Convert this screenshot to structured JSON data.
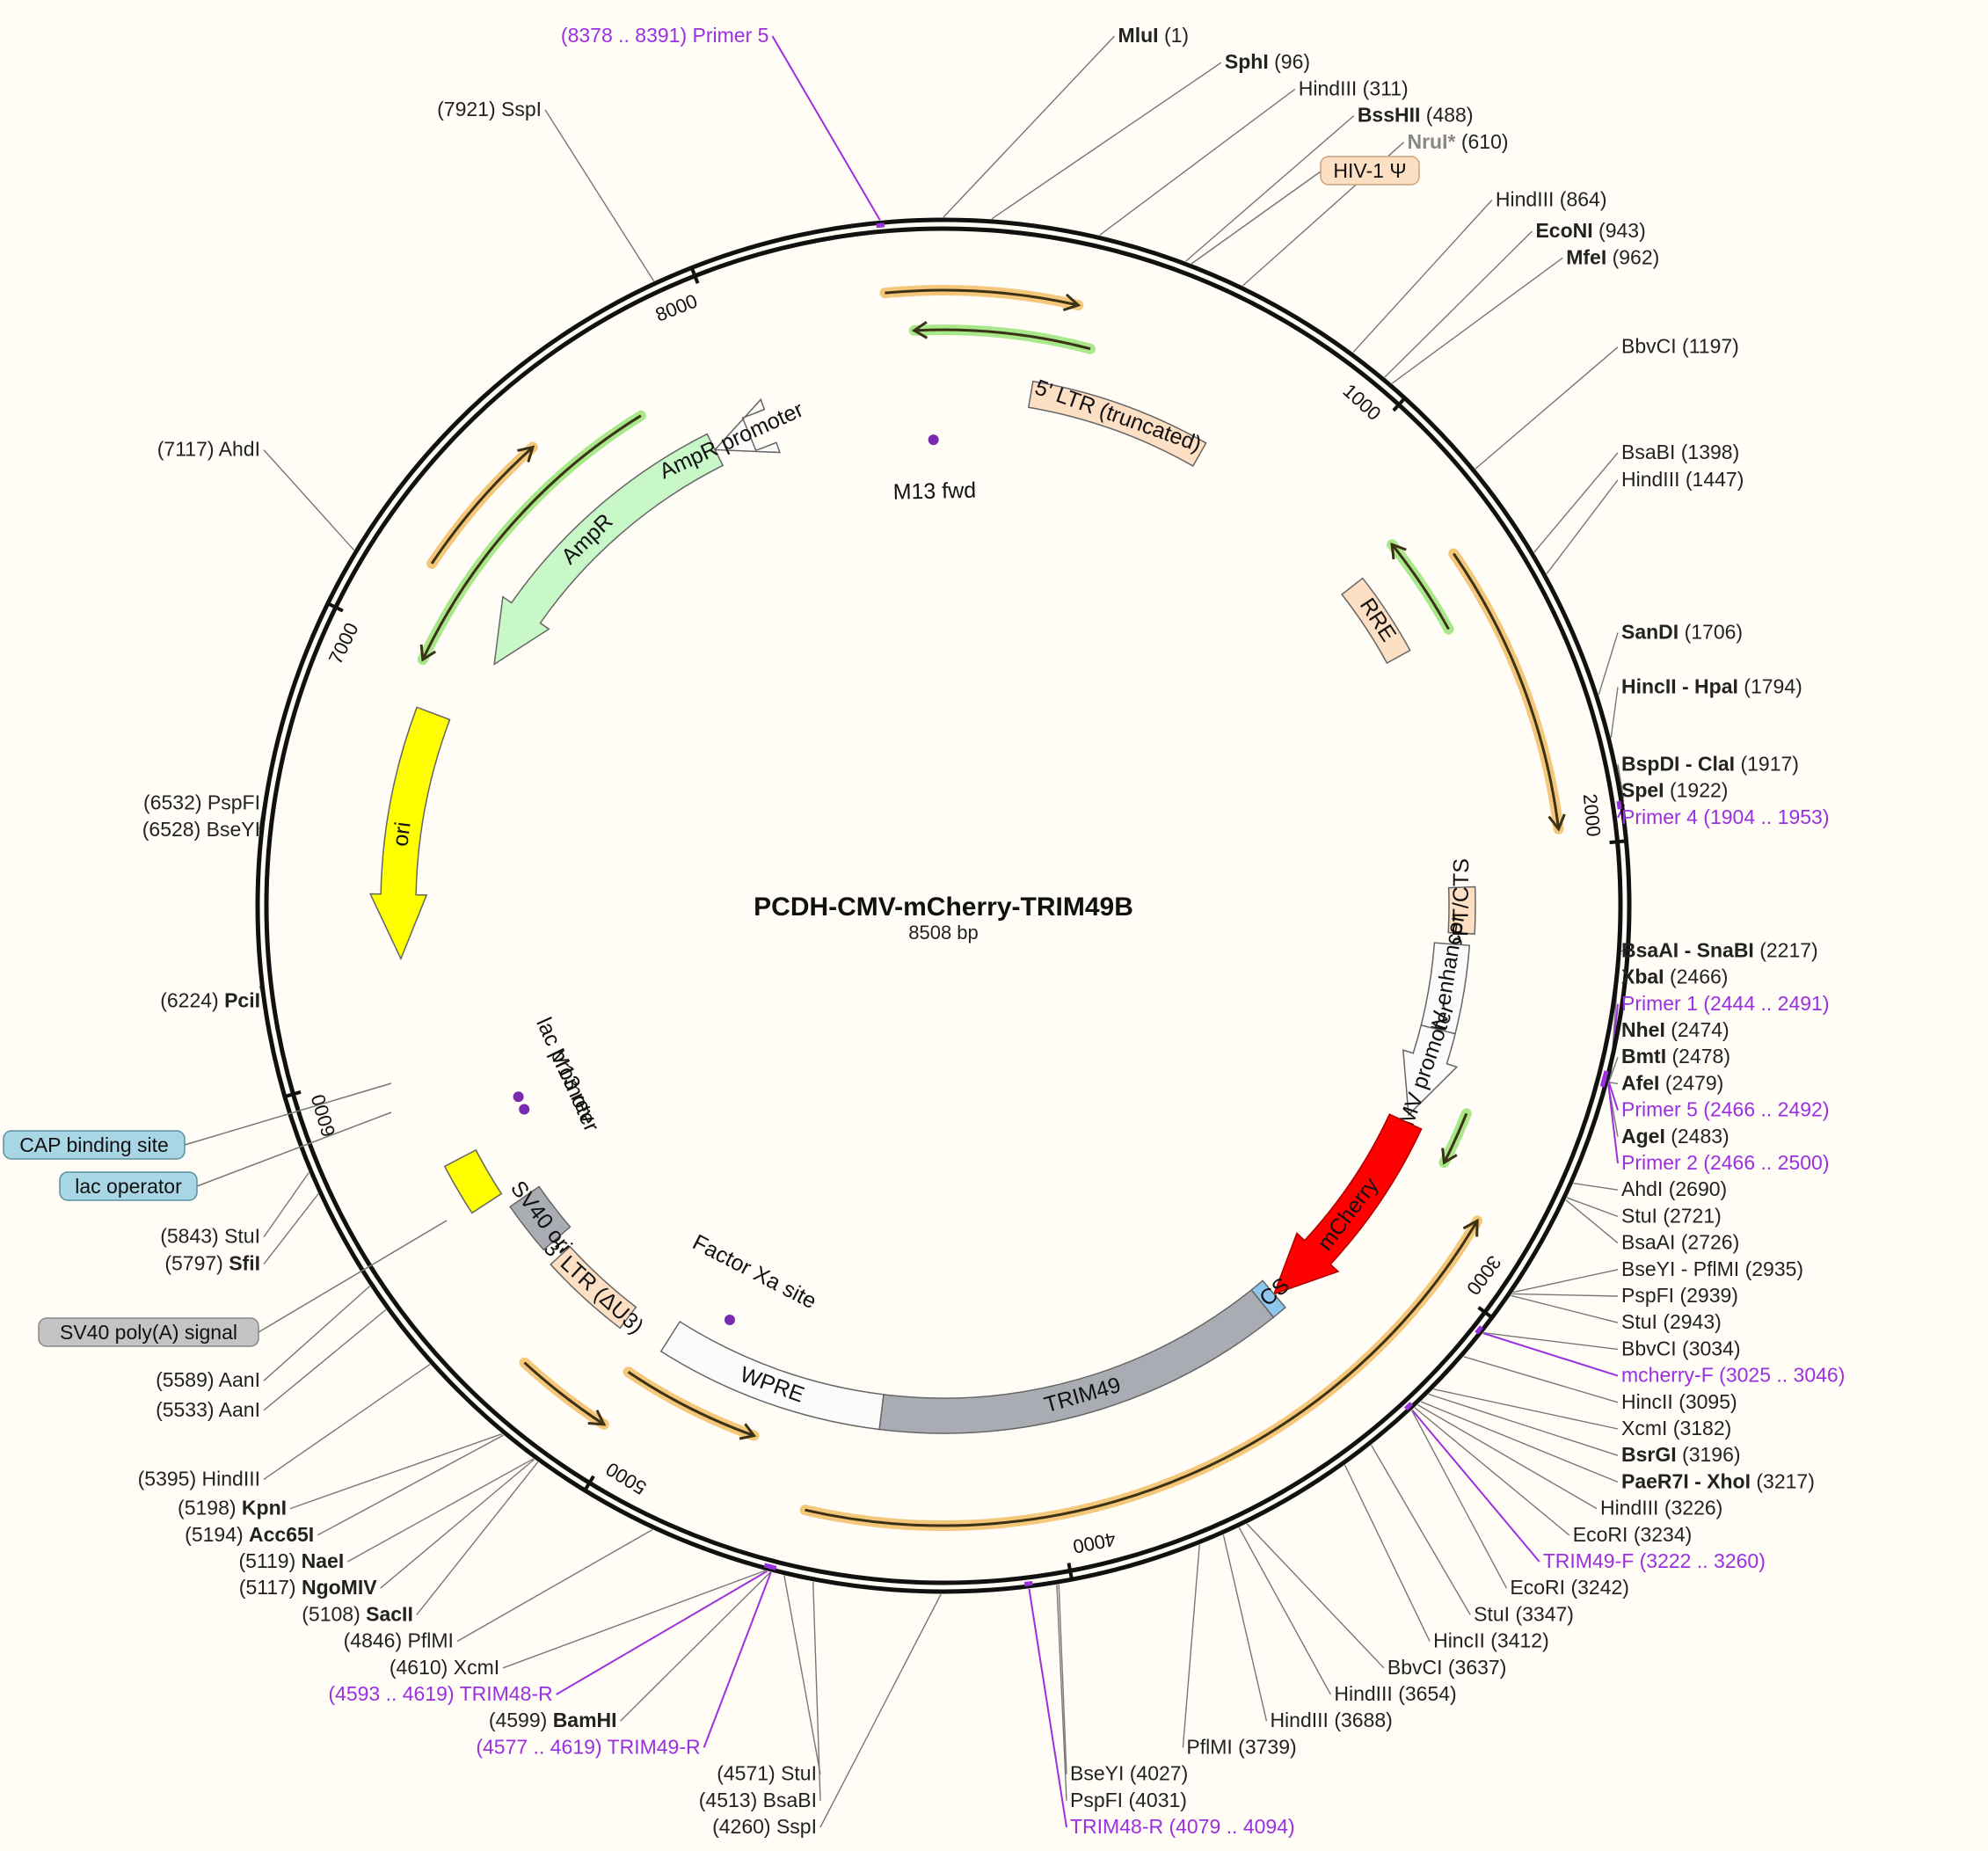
{
  "plasmid": {
    "name": "PCDH-CMV-mCherry-TRIM49B",
    "size_label": "8508 bp",
    "length": 8508
  },
  "colors": {
    "ring": "#111111",
    "primer": "#9b30e0",
    "orf_orange": "#f5c77a",
    "orf_green": "#a8e78a",
    "ampr": "#c8f7c8",
    "ori": "#ffff00",
    "mcherry": "#ff0000",
    "trim49": "#a9adb3",
    "ltr": "#fde0c4",
    "wpre": "#ffffff",
    "mcs": "#8ec7ee",
    "cap_box": "#a9d6e5",
    "polyA_box": "#c4c4c4"
  },
  "ticks": [
    {
      "pos": 1000,
      "label": "1000"
    },
    {
      "pos": 2000,
      "label": "2000"
    },
    {
      "pos": 3000,
      "label": "3000"
    },
    {
      "pos": 4000,
      "label": "4000"
    },
    {
      "pos": 5000,
      "label": "5000"
    },
    {
      "pos": 6000,
      "label": "6000"
    },
    {
      "pos": 7000,
      "label": "7000"
    },
    {
      "pos": 8000,
      "label": "8000"
    }
  ],
  "features": [
    {
      "id": "hiv-psi",
      "pos": 700,
      "label": "HIV-1 Ψ",
      "kind": "callout"
    },
    {
      "id": "ltr5",
      "start": 230,
      "end": 700,
      "label": "5' LTR (truncated)",
      "kind": "ltr"
    },
    {
      "id": "rre",
      "start": 1230,
      "end": 1450,
      "label": "RRE",
      "kind": "ltr"
    },
    {
      "id": "cppt",
      "start": 2080,
      "end": 2200,
      "label": "cPPT/CTS",
      "kind": "ltr"
    },
    {
      "id": "cmv-enh",
      "start": 2230,
      "end": 2460,
      "label": "CMV enhancer",
      "kind": "white"
    },
    {
      "id": "cmv-prom",
      "start": 2460,
      "end": 2700,
      "label": "CMV promoter",
      "kind": "white"
    },
    {
      "id": "mcherry",
      "start": 2720,
      "end": 3300,
      "label": "mCherry",
      "kind": "red"
    },
    {
      "id": "mcs",
      "start": 3300,
      "end": 3340,
      "label": "MCS",
      "kind": "mcs"
    },
    {
      "id": "trim49",
      "start": 3340,
      "end": 4420,
      "label": "TRIM49",
      "kind": "gray"
    },
    {
      "id": "wpre",
      "start": 4420,
      "end": 5020,
      "label": "WPRE",
      "kind": "white"
    },
    {
      "id": "factor-xa",
      "pos": 4900,
      "label": "Factor Xa site",
      "kind": "tiny"
    },
    {
      "id": "ltr3",
      "start": 5140,
      "end": 5380,
      "label": "3' LTR (ΔU3)",
      "kind": "ltr"
    },
    {
      "id": "sv40-ori",
      "start": 5420,
      "end": 5560,
      "label": "SV40 ori",
      "kind": "gray"
    },
    {
      "id": "sv40-ori-y",
      "start": 5600,
      "end": 5730,
      "label": "",
      "kind": "yellow"
    },
    {
      "id": "m13-rev",
      "pos": 5770,
      "label": "M13 rev",
      "kind": "tiny"
    },
    {
      "id": "lac-prom",
      "pos": 5810,
      "label": "lac promoter",
      "kind": "tiny"
    },
    {
      "id": "ori",
      "start": 6250,
      "end": 6870,
      "label": "ori",
      "kind": "yellow"
    },
    {
      "id": "ampr",
      "start": 7050,
      "end": 7880,
      "label": "AmpR",
      "kind": "ampr"
    },
    {
      "id": "ampr-prom",
      "start": 7880,
      "end": 7980,
      "label": "AmpR promoter",
      "kind": "white"
    },
    {
      "id": "m13-fwd",
      "pos": 8480,
      "label": "M13 fwd",
      "kind": "tiny"
    }
  ],
  "labels": {
    "cap_binding_site": "CAP binding site",
    "lac_operator": "lac operator",
    "sv40_polyA": "SV40 poly(A) signal"
  },
  "sites": [
    {
      "name": "MluI",
      "pos_label": "(1)",
      "bold": true,
      "side": "r",
      "pos": 1
    },
    {
      "name": "SphI",
      "pos_label": "(96)",
      "bold": true,
      "side": "r",
      "pos": 96
    },
    {
      "name": "HindIII",
      "pos_label": "(311)",
      "bold": false,
      "side": "r",
      "pos": 311
    },
    {
      "name": "BssHII",
      "pos_label": "(488)",
      "bold": true,
      "side": "r",
      "pos": 488
    },
    {
      "name": "NruI*",
      "pos_label": "(610)",
      "bold": true,
      "gray": true,
      "side": "r",
      "pos": 610
    },
    {
      "name": "HindIII",
      "pos_label": "(864)",
      "bold": false,
      "side": "r",
      "pos": 864
    },
    {
      "name": "EcoNI",
      "pos_label": "(943)",
      "bold": true,
      "side": "r",
      "pos": 943
    },
    {
      "name": "MfeI",
      "pos_label": "(962)",
      "bold": true,
      "side": "r",
      "pos": 962
    },
    {
      "name": "BbvCI",
      "pos_label": "(1197)",
      "bold": false,
      "side": "r",
      "pos": 1197
    },
    {
      "name": "BsaBI",
      "pos_label": "(1398)",
      "bold": false,
      "side": "r",
      "pos": 1398
    },
    {
      "name": "HindIII",
      "pos_label": "(1447)",
      "bold": false,
      "side": "r",
      "pos": 1447
    },
    {
      "name": "SanDI",
      "pos_label": "(1706)",
      "bold": true,
      "side": "r",
      "pos": 1706
    },
    {
      "name": "HincII - HpaI",
      "pos_label": "(1794)",
      "bold": true,
      "side": "r",
      "pos": 1794
    },
    {
      "name": "BspDI - ClaI",
      "pos_label": "(1917)",
      "bold": true,
      "side": "r",
      "pos": 1917
    },
    {
      "name": "SpeI",
      "pos_label": "(1922)",
      "bold": true,
      "side": "r",
      "pos": 1922
    },
    {
      "name": "BsaAI - SnaBI",
      "pos_label": "(2217)",
      "bold": true,
      "side": "r",
      "pos": 2217
    },
    {
      "name": "XbaI",
      "pos_label": "(2466)",
      "bold": true,
      "side": "r",
      "pos": 2466
    },
    {
      "name": "NheI",
      "pos_label": "(2474)",
      "bold": true,
      "side": "r",
      "pos": 2474
    },
    {
      "name": "BmtI",
      "pos_label": "(2478)",
      "bold": true,
      "side": "r",
      "pos": 2478
    },
    {
      "name": "AfeI",
      "pos_label": "(2479)",
      "bold": true,
      "side": "r",
      "pos": 2479
    },
    {
      "name": "AgeI",
      "pos_label": "(2483)",
      "bold": true,
      "side": "r",
      "pos": 2483
    },
    {
      "name": "AhdI",
      "pos_label": "(2690)",
      "bold": false,
      "side": "r",
      "pos": 2690
    },
    {
      "name": "StuI",
      "pos_label": "(2721)",
      "bold": false,
      "side": "r",
      "pos": 2721
    },
    {
      "name": "BsaAI",
      "pos_label": "(2726)",
      "bold": false,
      "side": "r",
      "pos": 2726
    },
    {
      "name": "BseYI - PflMI",
      "pos_label": "(2935)",
      "bold": false,
      "side": "r",
      "pos": 2935
    },
    {
      "name": "PspFI",
      "pos_label": "(2939)",
      "bold": false,
      "side": "r",
      "pos": 2939
    },
    {
      "name": "StuI",
      "pos_label": "(2943)",
      "bold": false,
      "side": "r",
      "pos": 2943
    },
    {
      "name": "BbvCI",
      "pos_label": "(3034)",
      "bold": false,
      "side": "r",
      "pos": 3034
    },
    {
      "name": "HincII",
      "pos_label": "(3095)",
      "bold": false,
      "side": "r",
      "pos": 3095
    },
    {
      "name": "XcmI",
      "pos_label": "(3182)",
      "bold": false,
      "side": "r",
      "pos": 3182
    },
    {
      "name": "BsrGI",
      "pos_label": "(3196)",
      "bold": true,
      "side": "r",
      "pos": 3196
    },
    {
      "name": "PaeR7I - XhoI",
      "pos_label": "(3217)",
      "bold": true,
      "side": "r",
      "pos": 3217
    },
    {
      "name": "HindIII",
      "pos_label": "(3226)",
      "bold": false,
      "side": "r",
      "pos": 3226
    },
    {
      "name": "EcoRI",
      "pos_label": "(3234)",
      "bold": false,
      "side": "r",
      "pos": 3234
    },
    {
      "name": "EcoRI",
      "pos_label": "(3242)",
      "bold": false,
      "side": "r",
      "pos": 3242
    },
    {
      "name": "StuI",
      "pos_label": "(3347)",
      "bold": false,
      "side": "r",
      "pos": 3347
    },
    {
      "name": "HincII",
      "pos_label": "(3412)",
      "bold": false,
      "side": "r",
      "pos": 3412
    },
    {
      "name": "BbvCI",
      "pos_label": "(3637)",
      "bold": false,
      "side": "r",
      "pos": 3637
    },
    {
      "name": "HindIII",
      "pos_label": "(3654)",
      "bold": false,
      "side": "r",
      "pos": 3654
    },
    {
      "name": "HindIII",
      "pos_label": "(3688)",
      "bold": false,
      "side": "r",
      "pos": 3688
    },
    {
      "name": "PflMI",
      "pos_label": "(3739)",
      "bold": false,
      "side": "r",
      "pos": 3739
    },
    {
      "name": "BseYI",
      "pos_label": "(4027)",
      "bold": false,
      "side": "r",
      "pos": 4027
    },
    {
      "name": "PspFI",
      "pos_label": "(4031)",
      "bold": false,
      "side": "r",
      "pos": 4031
    },
    {
      "name": "SspI",
      "pos_label": "(4260)",
      "bold": false,
      "side": "l",
      "pos": 4260
    },
    {
      "name": "BsaBI",
      "pos_label": "(4513)",
      "bold": false,
      "side": "l",
      "pos": 4513
    },
    {
      "name": "StuI",
      "pos_label": "(4571)",
      "bold": false,
      "side": "l",
      "pos": 4571
    },
    {
      "name": "BamHI",
      "pos_label": "(4599)",
      "bold": true,
      "side": "l",
      "pos": 4599
    },
    {
      "name": "XcmI",
      "pos_label": "(4610)",
      "bold": false,
      "side": "l",
      "pos": 4610
    },
    {
      "name": "PflMI",
      "pos_label": "(4846)",
      "bold": false,
      "side": "l",
      "pos": 4846
    },
    {
      "name": "SacII",
      "pos_label": "(5108)",
      "bold": true,
      "side": "l",
      "pos": 5108
    },
    {
      "name": "NgoMIV",
      "pos_label": "(5117)",
      "bold": true,
      "side": "l",
      "pos": 5117
    },
    {
      "name": "NaeI",
      "pos_label": "(5119)",
      "bold": true,
      "side": "l",
      "pos": 5119
    },
    {
      "name": "Acc65I",
      "pos_label": "(5194)",
      "bold": true,
      "side": "l",
      "pos": 5194
    },
    {
      "name": "KpnI",
      "pos_label": "(5198)",
      "bold": true,
      "side": "l",
      "pos": 5198
    },
    {
      "name": "HindIII",
      "pos_label": "(5395)",
      "bold": false,
      "side": "l",
      "pos": 5395
    },
    {
      "name": "AanI",
      "pos_label": "(5533)",
      "bold": false,
      "side": "l",
      "pos": 5533
    },
    {
      "name": "AanI",
      "pos_label": "(5589)",
      "bold": false,
      "side": "l",
      "pos": 5589
    },
    {
      "name": "SfiI",
      "pos_label": "(5797)",
      "bold": true,
      "side": "l",
      "pos": 5797
    },
    {
      "name": "StuI",
      "pos_label": "(5843)",
      "bold": false,
      "side": "l",
      "pos": 5843
    },
    {
      "name": "PciI",
      "pos_label": "(6224)",
      "bold": true,
      "side": "l",
      "pos": 6224
    },
    {
      "name": "BseYI",
      "pos_label": "(6528)",
      "bold": false,
      "side": "l",
      "pos": 6528
    },
    {
      "name": "PspFI",
      "pos_label": "(6532)",
      "bold": false,
      "side": "l",
      "pos": 6532
    },
    {
      "name": "AhdI",
      "pos_label": "(7117)",
      "bold": false,
      "side": "l",
      "pos": 7117
    },
    {
      "name": "SspI",
      "pos_label": "(7921)",
      "bold": false,
      "side": "l",
      "pos": 7921
    }
  ],
  "primers": [
    {
      "name": "Primer 5",
      "range": "(8378 .. 8391)",
      "side": "l",
      "pos": 8384
    },
    {
      "name": "Primer 4",
      "range": "(1904 .. 1953)",
      "side": "r",
      "pos": 1928
    },
    {
      "name": "Primer 5",
      "range": "(2466 .. 2492)",
      "side": "r",
      "pos": 2479
    },
    {
      "name": "Primer 2",
      "range": "(2466 .. 2500)",
      "side": "r",
      "pos": 2483
    },
    {
      "name": "Primer 1",
      "range": "(2444 .. 2491)",
      "side": "r",
      "pos": 2467
    },
    {
      "name": "mcherry-F",
      "range": "(3025 .. 3046)",
      "side": "r",
      "pos": 3035
    },
    {
      "name": "TRIM49-F",
      "range": "(3222 .. 3260)",
      "side": "r",
      "pos": 3241
    },
    {
      "name": "TRIM48-R",
      "range": "(4079 .. 4094)",
      "side": "r",
      "pos": 4086
    },
    {
      "name": "TRIM48-R",
      "range": "(4593 .. 4619)",
      "side": "l",
      "pos": 4606
    },
    {
      "name": "TRIM49-R",
      "range": "(4577 .. 4619)",
      "side": "l",
      "pos": 4598
    }
  ]
}
